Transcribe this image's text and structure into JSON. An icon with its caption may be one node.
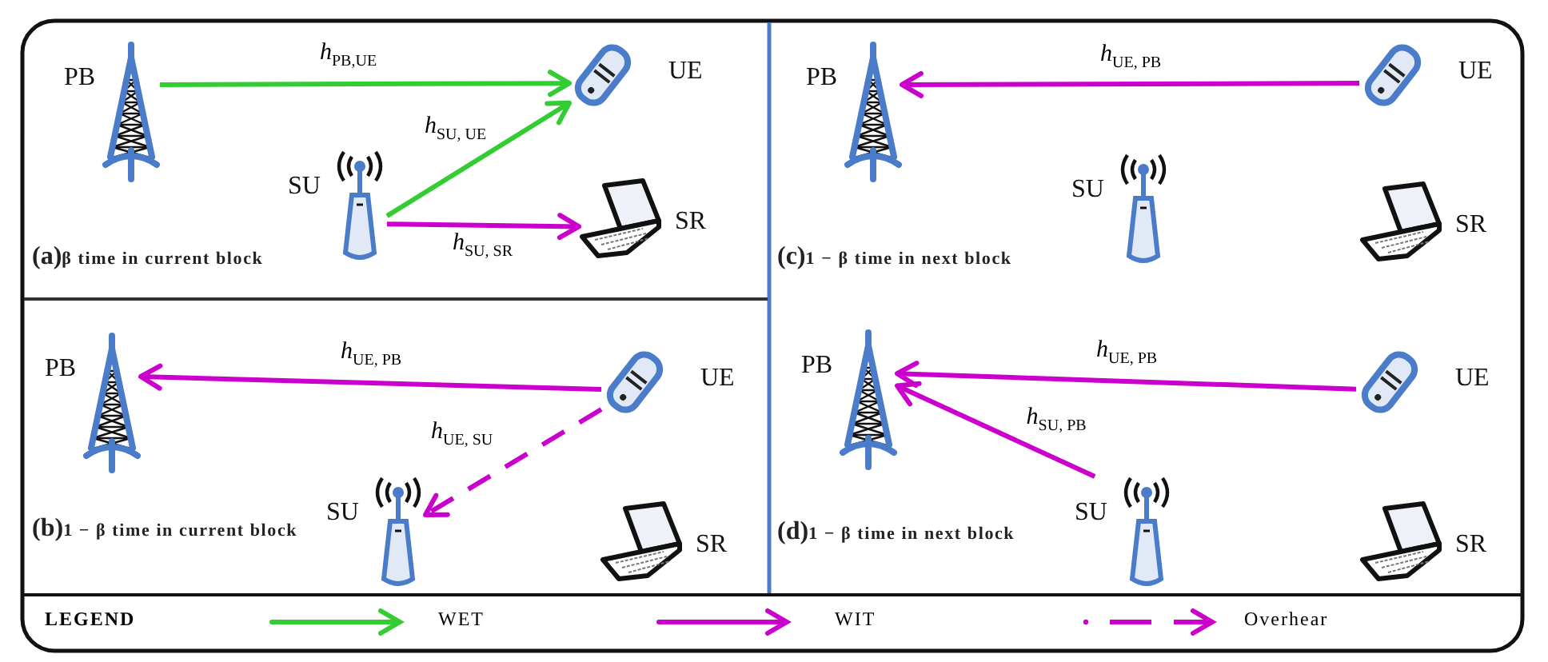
{
  "diagram": {
    "nodes": [
      {
        "text": [
          "**(a)**β time in current block"
        ]
      },
      {
        "text": [
          "PB"
        ],
        "in": 0
      },
      {
        "text": [
          "UE"
        ],
        "in": 0
      },
      {
        "text": [
          "SU"
        ],
        "in": 0
      },
      {
        "text": [
          "SR"
        ],
        "in": 0
      },
      {
        "text": [
          "**(b)**1 − β time in current block"
        ]
      },
      {
        "text": [
          "PB"
        ],
        "in": 5
      },
      {
        "text": [
          "UE"
        ],
        "in": 5
      },
      {
        "text": [
          "SU"
        ],
        "in": 5
      },
      {
        "text": [
          "SR"
        ],
        "in": 5
      },
      {
        "text": [
          "**(c)**1 − β time in next block"
        ]
      },
      {
        "text": [
          "PB"
        ],
        "in": 10
      },
      {
        "text": [
          "UE"
        ],
        "in": 10
      },
      {
        "text": [
          "SU"
        ],
        "in": 10
      },
      {
        "text": [
          "SR"
        ],
        "in": 10
      },
      {
        "text": [
          "**(d)**1 − β time in next block"
        ]
      },
      {
        "text": [
          "PB"
        ],
        "in": 15
      },
      {
        "text": [
          "UE"
        ],
        "in": 15
      },
      {
        "text": [
          "SU"
        ],
        "in": 15
      },
      {
        "text": [
          "SR"
        ],
        "in": 15
      }
    ],
    "edges": [
      {
        "from": 1,
        "to": 2,
        "arrow": "to",
        "label": "*h*$_{PB,UE}$",
        "color": "#33cc33"
      },
      {
        "from": 3,
        "to": 2,
        "arrow": "to",
        "label": "*h*$_{SU, UE}$",
        "color": "#33cc33"
      },
      {
        "from": 3,
        "to": 4,
        "arrow": "to",
        "label": "*h*$_{SU, SR}$"
      },
      {
        "from": 7,
        "to": 6,
        "arrow": "to",
        "label": "*h*$_{UE, PB}$"
      },
      {
        "from": 7,
        "to": 8,
        "arrow": "to",
        "label": "*h*$_{UE, SU}$",
        "style": "dashed"
      },
      {
        "from": 12,
        "to": 11,
        "arrow": "to",
        "label": "*h*$_{UE, PB}$"
      },
      {
        "from": 17,
        "to": 16,
        "arrow": "to",
        "label": "*h*$_{UE, PB}$"
      },
      {
        "from": 18,
        "to": 16,
        "arrow": "to",
        "label": "*h*$_{SU, PB}$"
      }
    ],
    "labels": [
      "LEGEND"
    ],
    "legend": [
      {
        "text": "WET"
      },
      {
        "text": "WIT"
      },
      {
        "text": "Overhear"
      }
    ]
  }
}
